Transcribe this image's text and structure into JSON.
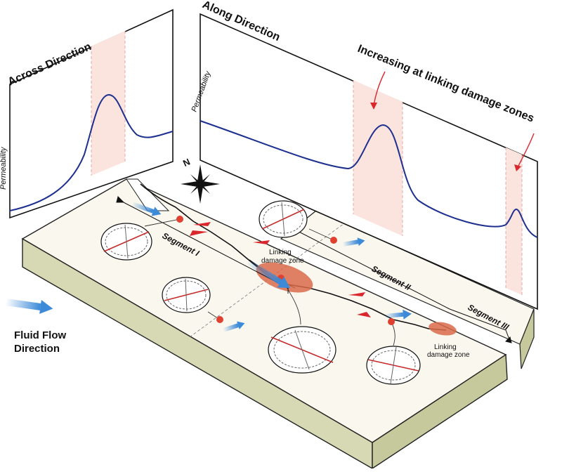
{
  "panels": {
    "across": {
      "title": "Across Direction",
      "ylabel": "Permeability"
    },
    "along": {
      "title": "Along Direction",
      "ylabel": "Permeability"
    }
  },
  "annotation": "Increasing at linking damage zones",
  "compass": {
    "north_label": "N"
  },
  "segments": {
    "segment1": "Segment I",
    "segment2": "Segment II",
    "segment3": "Segment III"
  },
  "damage_zones": {
    "zone1_line1": "Linking",
    "zone1_line2": "damage zone",
    "zone2_line1": "Linking",
    "zone2_line2": "damage zone"
  },
  "fluid_flow": {
    "line1": "Fluid Flow",
    "line2": "Direction"
  },
  "colors": {
    "curve": "#1d2f8f",
    "highlight": "#fbe4de",
    "slab_top": "#faf7ee",
    "slab_side": "#d6d9b3",
    "slab_front": "#c5c99c",
    "arrow_red": "#d9282d",
    "arrow_blue": "#3c8ad8",
    "damage_zone": "#d96a4a",
    "dot": "#e0402f"
  }
}
